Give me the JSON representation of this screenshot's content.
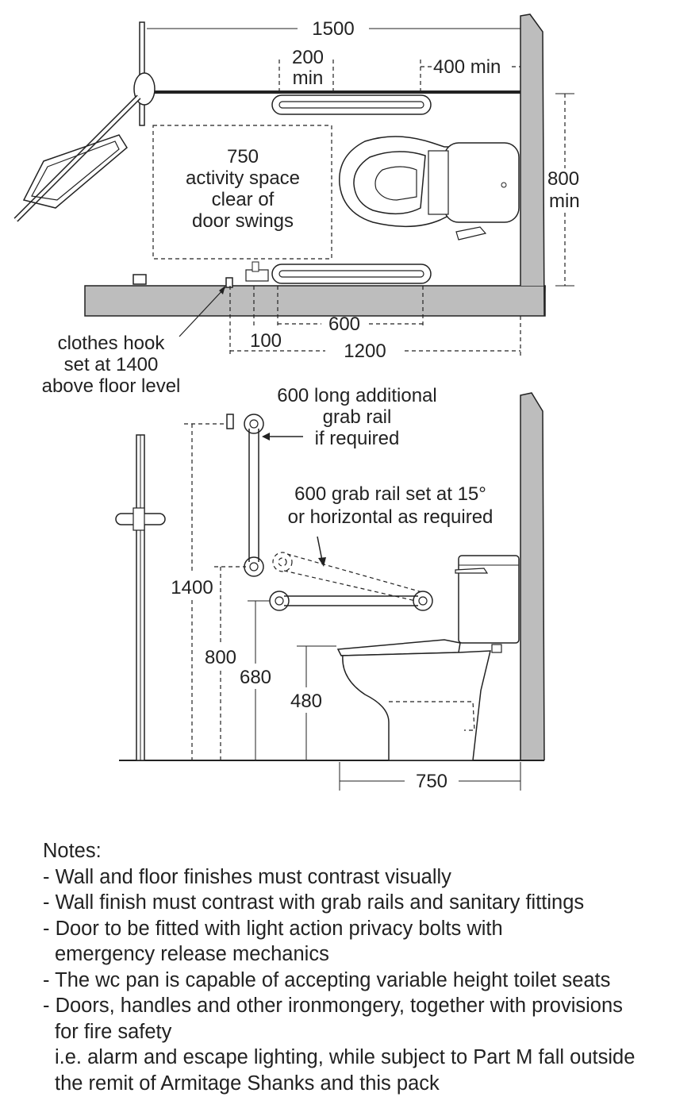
{
  "plan": {
    "dim_width": "1500",
    "dim_door_clear": [
      "200",
      "min"
    ],
    "dim_wall_clear": "400 min",
    "dim_depth": [
      "800",
      "min"
    ],
    "activity_space": [
      "750",
      "activity space",
      "clear of",
      "door swings"
    ],
    "dim_basin_offset": "100",
    "dim_rail_length": "600",
    "dim_room": "1200",
    "hook_note": [
      "clothes hook",
      "set at 1400",
      "above floor level"
    ]
  },
  "elevation": {
    "additional_rail_note": [
      "600 long additional",
      "grab rail",
      "if required"
    ],
    "angled_rail_note": [
      "600 grab rail set at 15°",
      "or horizontal as required"
    ],
    "dim_hook": "1400",
    "dim_rail_top": "800",
    "dim_rail": "680",
    "dim_seat": "480",
    "dim_pan": "750"
  },
  "notes": {
    "title": "Notes:",
    "lines": [
      "- Wall and floor finishes must contrast visually",
      "- Wall finish must contrast with grab rails and sanitary fittings",
      "- Door to be fitted with light action privacy bolts with",
      "emergency release mechanics",
      "- The wc pan is capable of accepting variable height toilet seats",
      "- Doors, handles and other ironmongery, together with provisions",
      "for fire safety",
      "i.e. alarm and escape lighting, while subject to Part M fall outside",
      "the remit of Armitage Shanks and this pack"
    ]
  }
}
